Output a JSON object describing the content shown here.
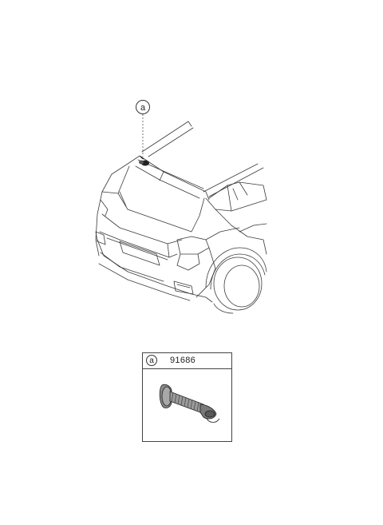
{
  "callout": {
    "letter": "a"
  },
  "part_table": {
    "letter": "a",
    "part_number": "91686"
  }
}
